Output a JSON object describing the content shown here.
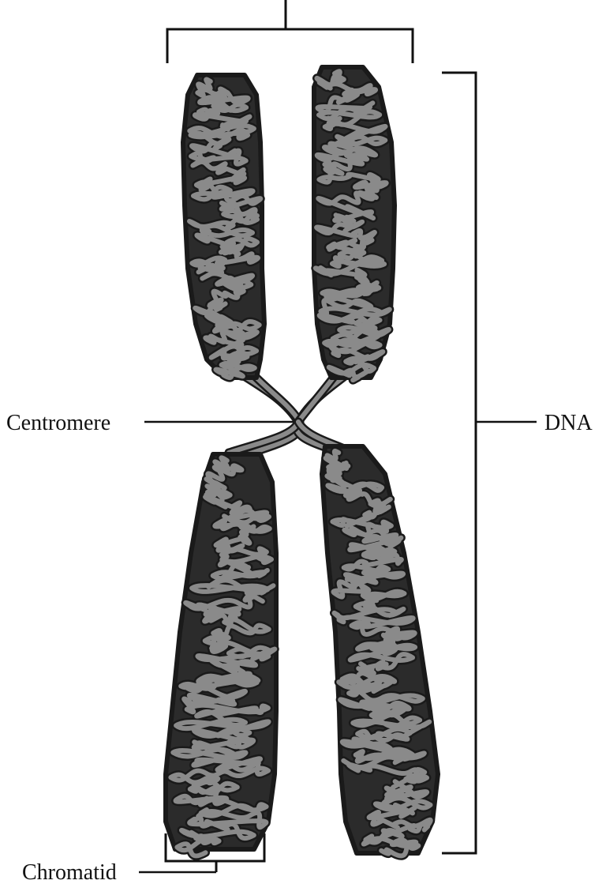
{
  "labels": {
    "centromere": "Centromere",
    "dna": "DNA",
    "chromatid": "Chromatid"
  },
  "colors": {
    "strand_fill": "#8a8a8a",
    "strand_outline": "#1a1a1a",
    "line": "#111111",
    "background": "#ffffff"
  }
}
